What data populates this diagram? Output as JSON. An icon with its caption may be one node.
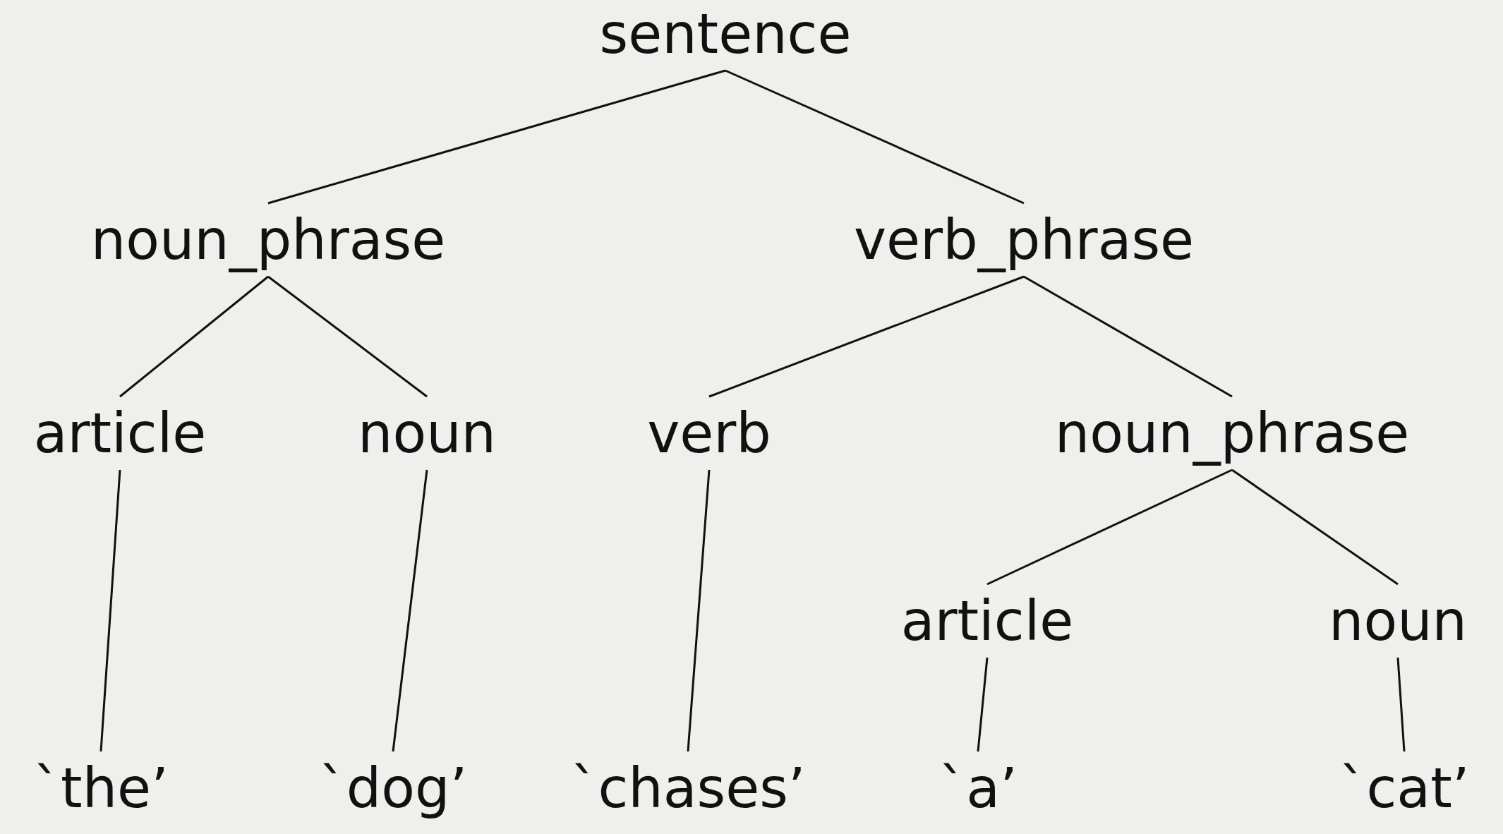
{
  "diagram": {
    "nodes": [
      {
        "text": [
          "sentence"
        ]
      },
      {
        "text": [
          "noun_phrase"
        ]
      },
      {
        "text": [
          "verb_phrase"
        ]
      },
      {
        "text": [
          "article"
        ]
      },
      {
        "text": [
          "noun"
        ]
      },
      {
        "text": [
          "verb"
        ]
      },
      {
        "text": [
          "noun_phrase"
        ]
      },
      {
        "text": [
          "article"
        ]
      },
      {
        "text": [
          "noun"
        ]
      },
      {
        "text": [
          "`the’"
        ]
      },
      {
        "text": [
          "`dog’"
        ]
      },
      {
        "text": [
          "`chases’"
        ]
      },
      {
        "text": [
          "`a’"
        ]
      },
      {
        "text": [
          "`cat’"
        ]
      }
    ],
    "edges": [
      {
        "from": 0,
        "to": 1,
        "arrow": "none"
      },
      {
        "from": 0,
        "to": 2,
        "arrow": "none"
      },
      {
        "from": 1,
        "to": 3,
        "arrow": "none"
      },
      {
        "from": 1,
        "to": 4,
        "arrow": "none"
      },
      {
        "from": 2,
        "to": 5,
        "arrow": "none"
      },
      {
        "from": 2,
        "to": 6,
        "arrow": "none"
      },
      {
        "from": 6,
        "to": 7,
        "arrow": "none"
      },
      {
        "from": 6,
        "to": 8,
        "arrow": "none"
      },
      {
        "from": 3,
        "to": 9,
        "arrow": "none"
      },
      {
        "from": 4,
        "to": 10,
        "arrow": "none"
      },
      {
        "from": 5,
        "to": 11,
        "arrow": "none"
      },
      {
        "from": 7,
        "to": 12,
        "arrow": "none"
      },
      {
        "from": 8,
        "to": 13,
        "arrow": "none"
      }
    ]
  }
}
